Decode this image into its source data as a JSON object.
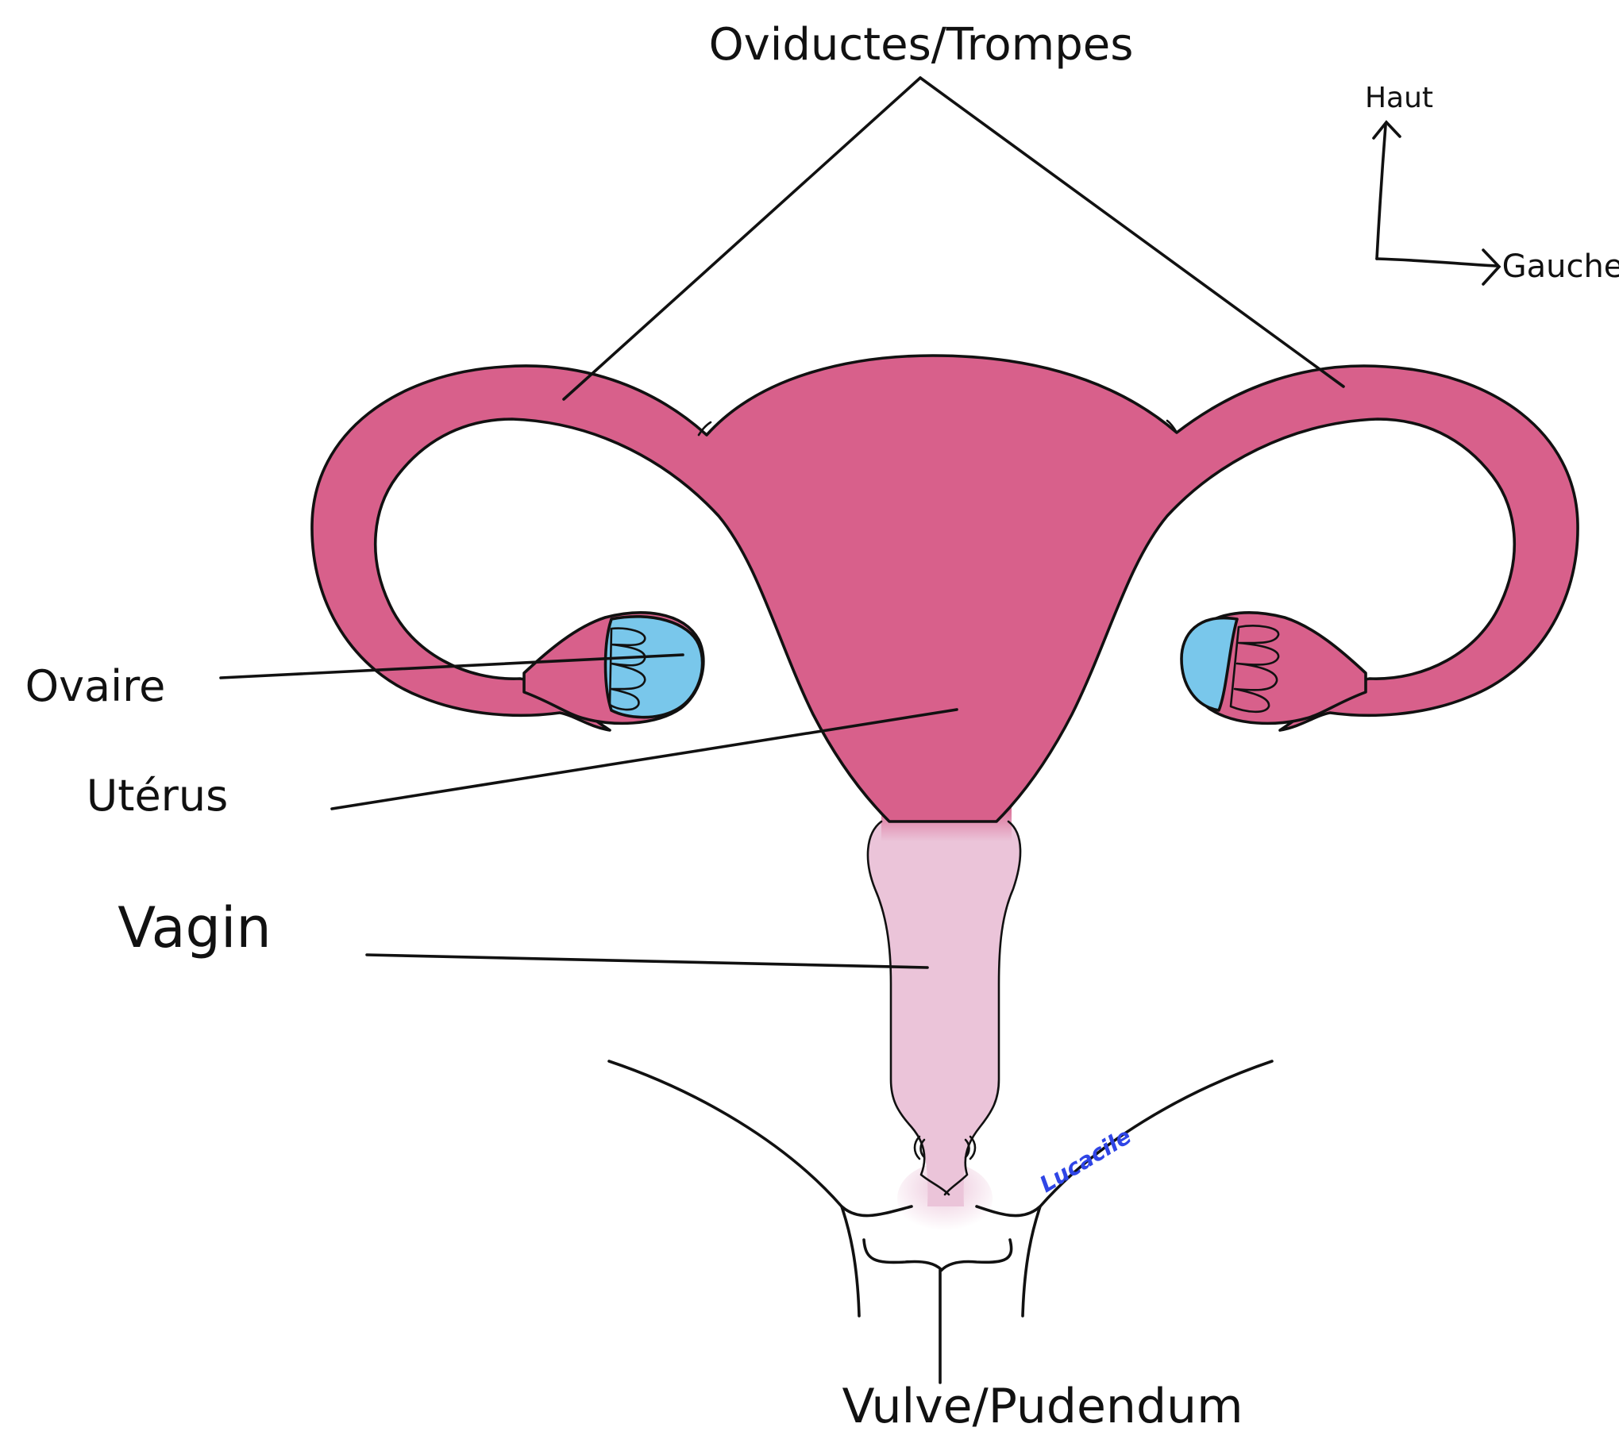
{
  "labels": {
    "oviductes": "Oviductes/Trompes",
    "haut": "Haut",
    "gauche": "Gauche",
    "ovaire": "Ovaire",
    "uterus": "Utérus",
    "vagin": "Vagin",
    "vulve": "Vulve/Pudendum",
    "signature": "Lucacile"
  },
  "colors": {
    "uterus": "#d8608b",
    "vagina": "#ebc4d9",
    "ovary": "#79c7eb",
    "outline": "#111111",
    "signature": "#2f45e6"
  }
}
